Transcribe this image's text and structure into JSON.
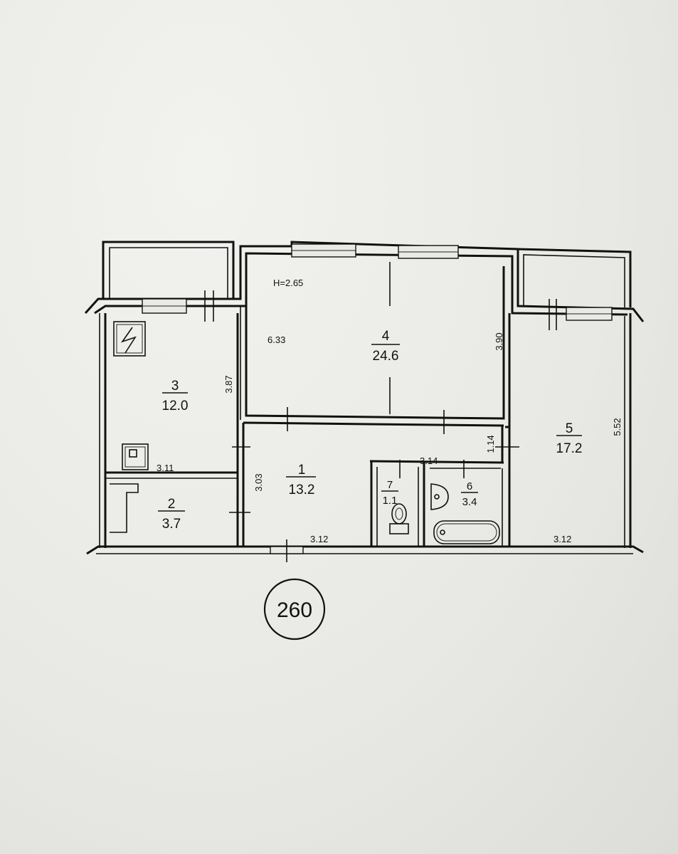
{
  "ceiling_height": "H=2.65",
  "rooms": [
    {
      "id": "1",
      "area": "13.2"
    },
    {
      "id": "2",
      "area": "3.7"
    },
    {
      "id": "3",
      "area": "12.0"
    },
    {
      "id": "4",
      "area": "24.6"
    },
    {
      "id": "5",
      "area": "17.2"
    },
    {
      "id": "6",
      "area": "3.4"
    },
    {
      "id": "7",
      "area": "1.1"
    }
  ],
  "dimensions": {
    "room4_length": "6.33",
    "room4_width": "3.90",
    "room3_height": "3.87",
    "room3_width": "3.11",
    "room5_height": "5.52",
    "room5_width": "3.12",
    "corridor_width": "3.14",
    "corridor_height": "1.14",
    "room1_height": "3.03",
    "room1_width": "3.12"
  },
  "apartment_number": "260"
}
